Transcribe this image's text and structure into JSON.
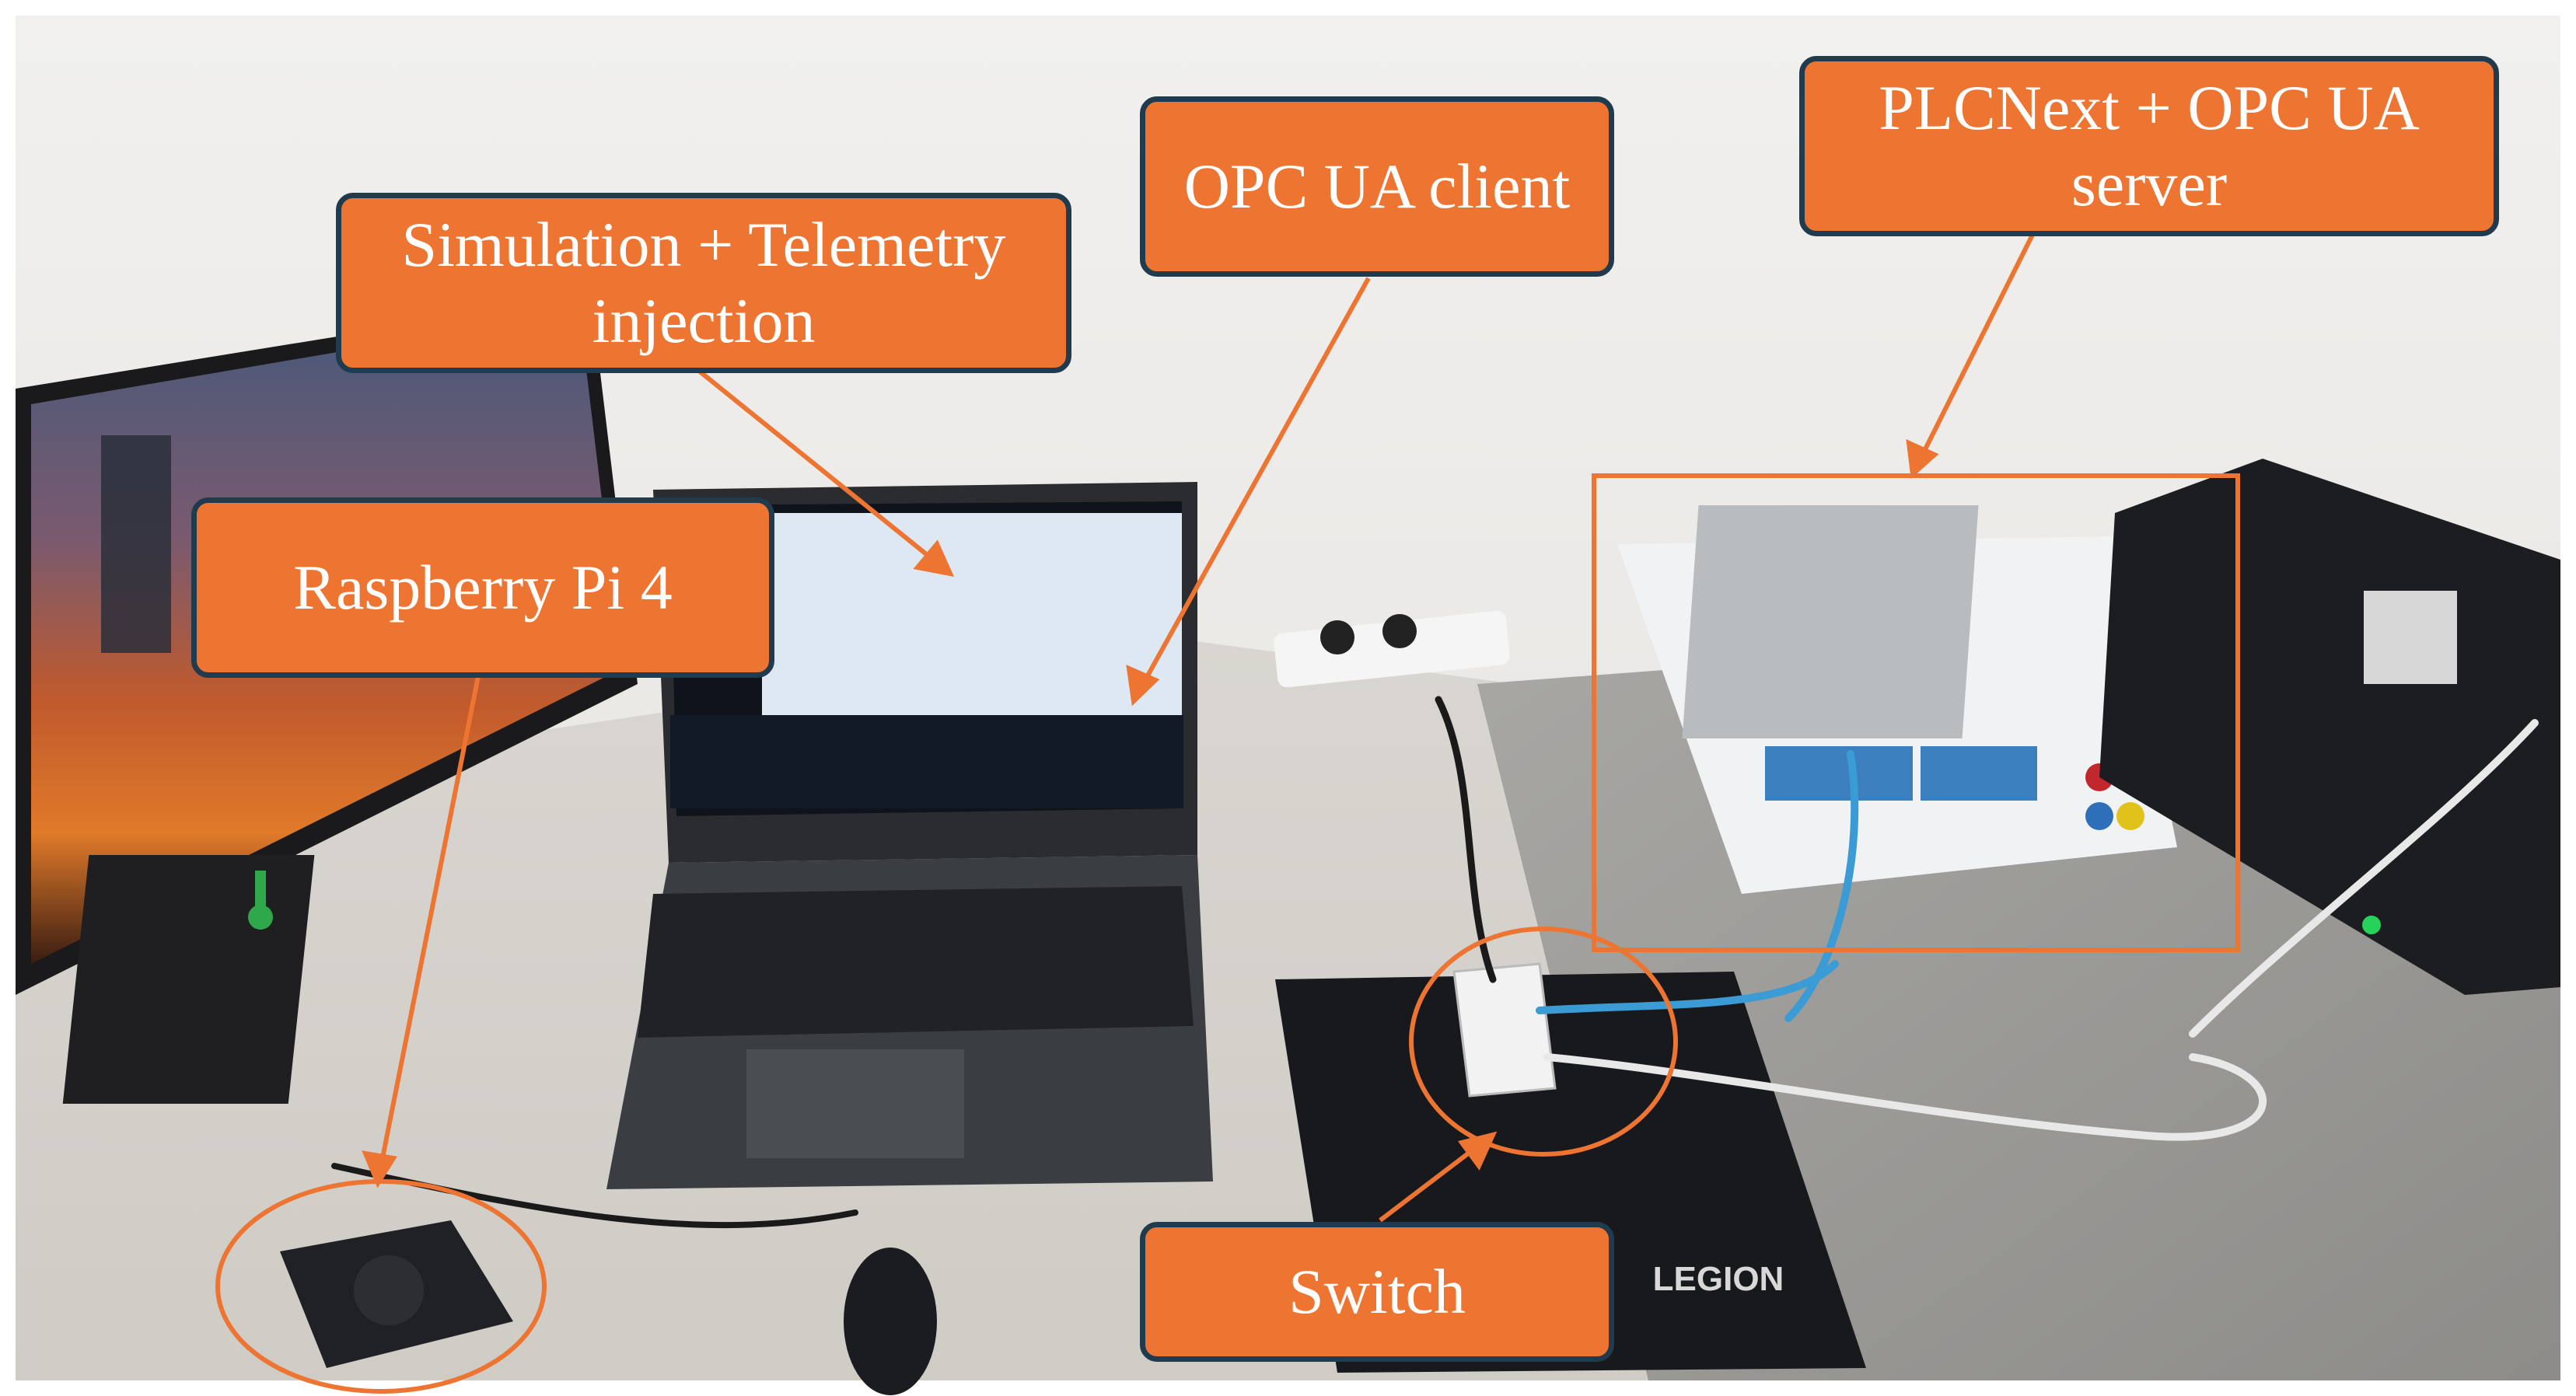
{
  "image": {
    "subject": "Lab bench setup",
    "labels": {
      "sim_telemetry": [
        "Simulation + Telemetry",
        "injection"
      ],
      "opc_client": [
        "OPC UA client"
      ],
      "plcnext": [
        "PLCNext + OPC UA",
        "server"
      ],
      "raspberry": [
        "Raspberry Pi 4"
      ],
      "switch": [
        "Switch"
      ]
    },
    "mousepad_brand": "LEGION"
  },
  "colors": {
    "label_fill": "#ED7431",
    "label_border": "#1F3B4D",
    "annotation": "#ED7431"
  }
}
